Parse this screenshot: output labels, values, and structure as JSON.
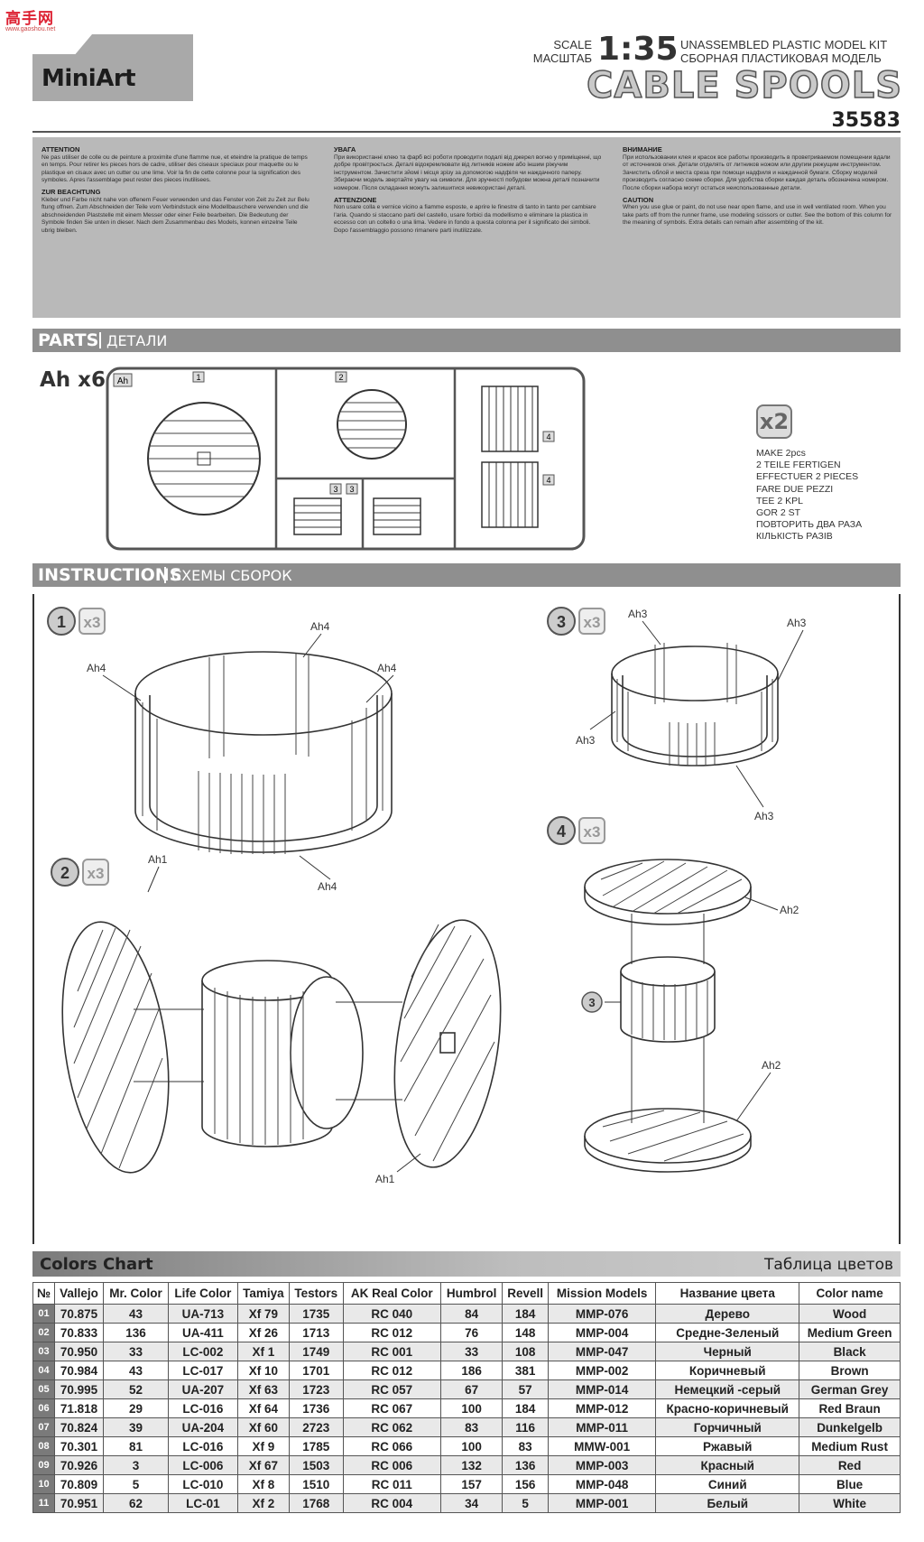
{
  "watermark": {
    "title": "高手网",
    "url": "www.gaoshou.net"
  },
  "brand": {
    "logo": "MiniArt"
  },
  "header": {
    "scale_label_en": "SCALE",
    "scale_label_ru": "МАСШТАБ",
    "scale_value": "1:35",
    "desc_en": "UNASSEMBLED PLASTIC MODEL KIT",
    "desc_ru": "СБОРНАЯ ПЛАСТИКОВАЯ МОДЕЛЬ",
    "title": "CABLE SPOOLS",
    "item_number": "35583"
  },
  "warnings": {
    "col1": [
      {
        "heading": "ATTENTION",
        "text": "Ne pas utiliser de colle ou de peinture a proximite d'une flamme nue, et eteindre la pratique de temps en temps. Pour retirer les pieces hors de cadre, utiliser des ciseaux speciaux pour maquette ou le plastique en cisaux avec un cutter ou une lime. Voir la fin de cette colonne pour la signification des symboles. Apres l'assemblage peut rester des pieces inutilisees."
      },
      {
        "heading": "ZUR BEACHTUNG",
        "text": "Kleber und Farbe nicht nahe von offenem Feuer verwenden und das Fenster von Zeit zu Zeit zur Belu ftung offnen. Zum Abschneiden der Teile vom Verbindstuck eine Modellbauschere verwenden und die abschneidenden Plaststelle mit einem Messer oder einer Feile bearbeiten. Die Bedeutung der Symbole finden Sie unten in dieser. Nach dem Zusammenbau des Models, konnen einzelne Teile ubrig bleiben."
      }
    ],
    "col2": [
      {
        "heading": "УВАГА",
        "text": "При використанні клею та фарб всі роботи проводити подалі від джерел вогню у приміщенні, що добре провітрюється. Деталі відокремлювати від литників ножем або іншим ріжучим інструментом. Зачистити зйомі і місця зрізу за допомогою надфіля чи наждачного паперу. Збираючи модель звертайте увагу на символи. Для зручності побудови можна деталі позначити номером. Після складання можуть залишитися невикористані деталі."
      },
      {
        "heading": "ATTENZIONE",
        "text": "Non usare colla e vernice vicino a fiamme esposte, e aprire le finestre di tanto in tanto per cambiare l'aria. Quando si staccano parti del castello, usare forbici da modellismo e eliminare la plastica in eccesso con un coltello o una lima. Vedere in fondo a questa colonna per il significato dei simboli. Dopo l'assemblaggio possono rimanere parti inutilizzate."
      }
    ],
    "col3": [
      {
        "heading": "ВНИМАНИЕ",
        "text": "При использовании клея и красок все работы производить в проветриваемом помещении вдали от источников огня. Детали отделять от литников ножом или другим режущим инструментом. Зачистить облой и места среза при помощи надфиля и наждачной бумаги. Сборку моделей производить согласно схеме сборки. Для удобства сборки каждая деталь обозначена номером. После сборки набора могут остаться неиспользованные детали."
      },
      {
        "heading": "CAUTION",
        "text": "When you use glue or paint, do not use near open flame, and use in well ventilated room. When you take parts off from the runner frame, use modeling scissors or cutter. See the bottom of this column for the meaning of symbols. Extra details can remain after assembling of the kit."
      }
    ]
  },
  "sections": {
    "parts_main": "PARTS",
    "parts_sub": "ДЕТАЛИ",
    "instr_main": "INSTRUCTIONS",
    "instr_sub": "СХЕМЫ СБОРОК"
  },
  "parts": {
    "label": "Ah x6",
    "sprue_tag": "Ah",
    "part_numbers": [
      "1",
      "2",
      "3",
      "3",
      "4",
      "4"
    ],
    "make_icon": "x2",
    "make_lines": [
      "MAKE 2pcs",
      "2 TEILE FERTIGEN",
      "EFFECTUER 2 PIECES",
      "FARE DUE PEZZI",
      "TEE 2 KPL",
      "GOR 2 ST",
      "ПОВТОРИТЬ ДВА РАЗА",
      "КІЛЬКІСТЬ РАЗІВ"
    ]
  },
  "steps": [
    {
      "number": "1",
      "repeat": "x3",
      "labels": [
        "Ah4",
        "Ah4",
        "Ah4",
        "Ah4"
      ]
    },
    {
      "number": "2",
      "repeat": "x3",
      "labels": [
        "Ah1",
        "Ah1"
      ]
    },
    {
      "number": "3",
      "repeat": "x3",
      "labels": [
        "Ah3",
        "Ah3",
        "Ah3",
        "Ah3"
      ]
    },
    {
      "number": "4",
      "repeat": "x3",
      "labels": [
        "Ah2",
        "Ah2"
      ],
      "subassembly": "3"
    }
  ],
  "colors_chart": {
    "title": "Colors Chart",
    "title_ru": "Таблица цветов",
    "headers": [
      "№",
      "Vallejo",
      "Mr. Color",
      "Life Color",
      "Tamiya",
      "Testors",
      "AK Real Color",
      "Humbrol",
      "Revell",
      "Mission Models",
      "Название цвета",
      "Color name"
    ],
    "rows": [
      [
        "01",
        "70.875",
        "43",
        "UA-713",
        "Xf 79",
        "1735",
        "RC 040",
        "84",
        "184",
        "MMP-076",
        "Дерево",
        "Wood"
      ],
      [
        "02",
        "70.833",
        "136",
        "UA-411",
        "Xf 26",
        "1713",
        "RC 012",
        "76",
        "148",
        "MMP-004",
        "Средне-Зеленый",
        "Medium Green"
      ],
      [
        "03",
        "70.950",
        "33",
        "LC-002",
        "Xf 1",
        "1749",
        "RC 001",
        "33",
        "108",
        "MMP-047",
        "Черный",
        "Black"
      ],
      [
        "04",
        "70.984",
        "43",
        "LC-017",
        "Xf 10",
        "1701",
        "RC 012",
        "186",
        "381",
        "MMP-002",
        "Коричневый",
        "Brown"
      ],
      [
        "05",
        "70.995",
        "52",
        "UA-207",
        "Xf 63",
        "1723",
        "RC 057",
        "67",
        "57",
        "MMP-014",
        "Немецкий -серый",
        "German Grey"
      ],
      [
        "06",
        "71.818",
        "29",
        "LC-016",
        "Xf 64",
        "1736",
        "RC 067",
        "100",
        "184",
        "MMP-012",
        "Красно-коричневый",
        "Red Braun"
      ],
      [
        "07",
        "70.824",
        "39",
        "UA-204",
        "Xf 60",
        "2723",
        "RC 062",
        "83",
        "116",
        "MMP-011",
        "Горчичный",
        "Dunkelgelb"
      ],
      [
        "08",
        "70.301",
        "81",
        "LC-016",
        "Xf 9",
        "1785",
        "RC 066",
        "100",
        "83",
        "MMW-001",
        "Ржавый",
        "Medium Rust"
      ],
      [
        "09",
        "70.926",
        "3",
        "LC-006",
        "Xf 67",
        "1503",
        "RC 006",
        "132",
        "136",
        "MMP-003",
        "Красный",
        "Red"
      ],
      [
        "10",
        "70.809",
        "5",
        "LC-010",
        "Xf 8",
        "1510",
        "RC 011",
        "157",
        "156",
        "MMP-048",
        "Синий",
        "Blue"
      ],
      [
        "11",
        "70.951",
        "62",
        "LC-01",
        "Xf 2",
        "1768",
        "RC 004",
        "34",
        "5",
        "MMP-001",
        "Белый",
        "White"
      ]
    ]
  },
  "colors": {
    "bar": "#8f8f8f",
    "panel": "#b9b9b9",
    "ink": "#333333"
  }
}
